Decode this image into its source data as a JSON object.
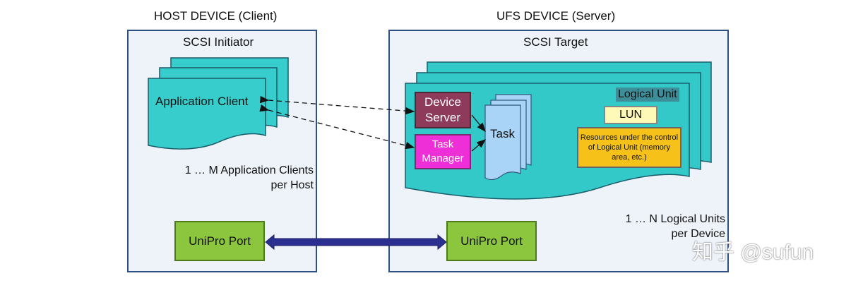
{
  "host": {
    "heading": "HOST DEVICE (Client)",
    "initiator": "SCSI Initiator",
    "app_client": "Application Client",
    "app_count": "1 … M Application Clients\nper Host",
    "port": "UniPro Port"
  },
  "device": {
    "heading": "UFS DEVICE (Server)",
    "target": "SCSI Target",
    "logical_unit": "Logical Unit",
    "device_server": "Device\nServer",
    "task_manager": "Task\nManager",
    "task": "Task",
    "lun": "LUN",
    "resources": "Resources under the control of Logical Unit (memory area, etc.)",
    "lu_count": "1 … N Logical Units\nper Device",
    "port": "UniPro Port"
  },
  "watermark": "知乎 @sufun",
  "colors": {
    "panel_border": "#2e4f83",
    "panel_fill": "#eef3fa",
    "app_fill": "#37cdcd",
    "teal_fill": "#33c9c9",
    "port_fill": "#8cc63f",
    "device_server_fill": "#8e3a5a",
    "task_manager_fill": "#ee2fd8",
    "task_fill": "#a9d4f7",
    "lun_fill": "#fff9b8",
    "resources_fill": "#f6c21a",
    "link_arrow": "#2b2f8f"
  }
}
